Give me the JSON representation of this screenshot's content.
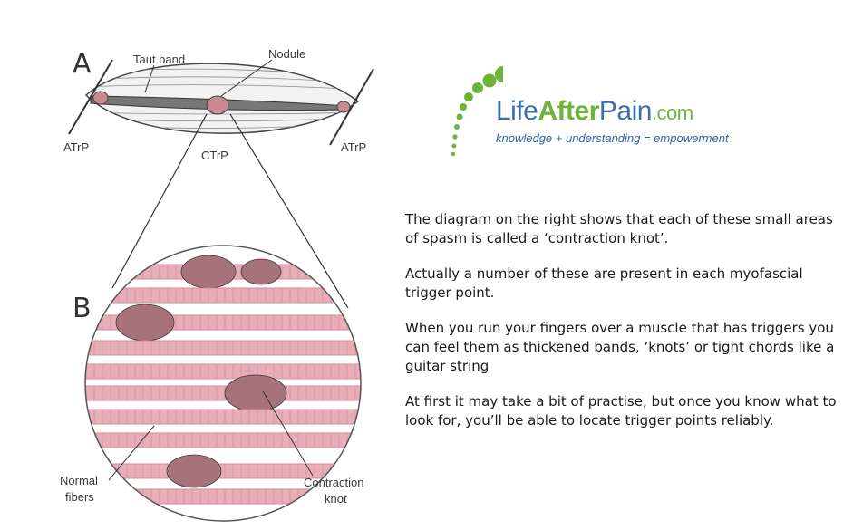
{
  "diagram": {
    "panel_a": {
      "letter": "A",
      "taut_band_label": "Taut band",
      "nodule_label": "Nodule",
      "atrp_left_label": "ATrP",
      "ctrp_label": "CTrP",
      "atrp_right_label": "ATrP"
    },
    "panel_b": {
      "letter": "B",
      "normal_fibers_label": [
        "Normal",
        "fibers"
      ],
      "contraction_knot_label": [
        "Contraction",
        "knot"
      ]
    },
    "colors": {
      "fiber_fill": "#e8aeb8",
      "fiber_band": "#d48d99",
      "knot_fill": "#a8727a",
      "line": "#3c3c3c"
    }
  },
  "logo": {
    "life": "Life",
    "after": "After",
    "pain": "Pain",
    "com": ".com",
    "tagline": "knowledge + understanding = empowerment",
    "colors": {
      "green": "#6fb43a",
      "blue": "#3b6fb0"
    }
  },
  "text": {
    "p1": "The diagram on the right shows that each of these small areas of spasm is called a ‘contraction knot’.",
    "p2": "Actually a number of these are present in each myofascial trigger point.",
    "p3": "When you run your fingers over a muscle that has triggers you can feel them as thickened bands, ‘knots’ or tight chords like a guitar string",
    "p4": "At first it may take a bit of practise, but once you know what to look for, you’ll be able to locate trigger points reliably."
  }
}
